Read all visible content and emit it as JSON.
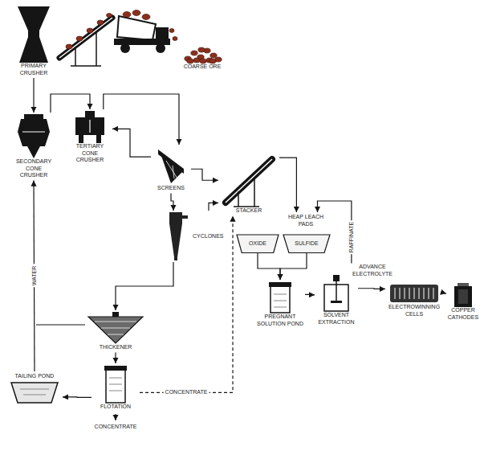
{
  "diagram": {
    "nodes": [
      {
        "text": [
          "PRIMARY CRUSHER"
        ]
      },
      {
        "text": [
          "COARSE ORE"
        ]
      },
      {
        "text": [
          "SECONDARY CONE CRUSHER"
        ]
      },
      {
        "text": [
          "TERTIARY CONE CRUSHER"
        ]
      },
      {
        "text": [
          "SCREENS"
        ]
      },
      {
        "text": [
          "STACKER"
        ]
      },
      {
        "text": [
          "HEAP LEACH PADS"
        ]
      },
      {
        "text": [
          "OXIDE"
        ]
      },
      {
        "text": [
          "SULFIDE"
        ]
      },
      {
        "text": [
          "CYCLONES"
        ]
      },
      {
        "text": [
          "THICKENER"
        ]
      },
      {
        "text": [
          "PREGNANT SOLUTION POND"
        ]
      },
      {
        "text": [
          "SOLVENT EXTRACTION"
        ]
      },
      {
        "text": [
          "ELECTROWINNING CELLS"
        ]
      },
      {
        "text": [
          "COPPER CATHODES"
        ]
      },
      {
        "text": [
          "TAILING POND"
        ]
      },
      {
        "text": [
          "FLOTATION"
        ]
      }
    ],
    "edges": [
      {
        "from": 0,
        "to": 2,
        "arrow": "to"
      },
      {
        "from": 2,
        "to": 3,
        "arrow": "to"
      },
      {
        "from": 3,
        "to": 4,
        "arrow": "to"
      },
      {
        "from": 4,
        "to": 3,
        "arrow": "to"
      },
      {
        "from": 4,
        "to": 9,
        "arrow": "to"
      },
      {
        "from": 4,
        "to": 5,
        "arrow": "to"
      },
      {
        "from": 9,
        "to": 5,
        "arrow": "to"
      },
      {
        "from": 16,
        "to": 5,
        "label": "CONCENTRATE",
        "arrow": "to"
      },
      {
        "from": 9,
        "to": 10,
        "arrow": "to"
      },
      {
        "from": 10,
        "to": 16,
        "arrow": "to"
      },
      {
        "from": 16,
        "to": 15,
        "arrow": "to"
      },
      {
        "from": 15,
        "to": 2,
        "label": "WATER",
        "arrow": "to"
      },
      {
        "from": 5,
        "to": 6,
        "arrow": "to"
      },
      {
        "from": 12,
        "to": 6,
        "label": "RAFFINATE",
        "arrow": "to"
      },
      {
        "from": 7,
        "to": 11,
        "arrow": "to"
      },
      {
        "from": 8,
        "to": 11,
        "arrow": "to"
      },
      {
        "from": 11,
        "to": 12,
        "arrow": "to"
      },
      {
        "from": 12,
        "to": 13,
        "label": "ADVANCE ELECTROLYTE",
        "arrow": "to"
      },
      {
        "from": 13,
        "to": 14,
        "arrow": "to"
      }
    ],
    "labels": [
      "CONCENTRATE"
    ]
  }
}
